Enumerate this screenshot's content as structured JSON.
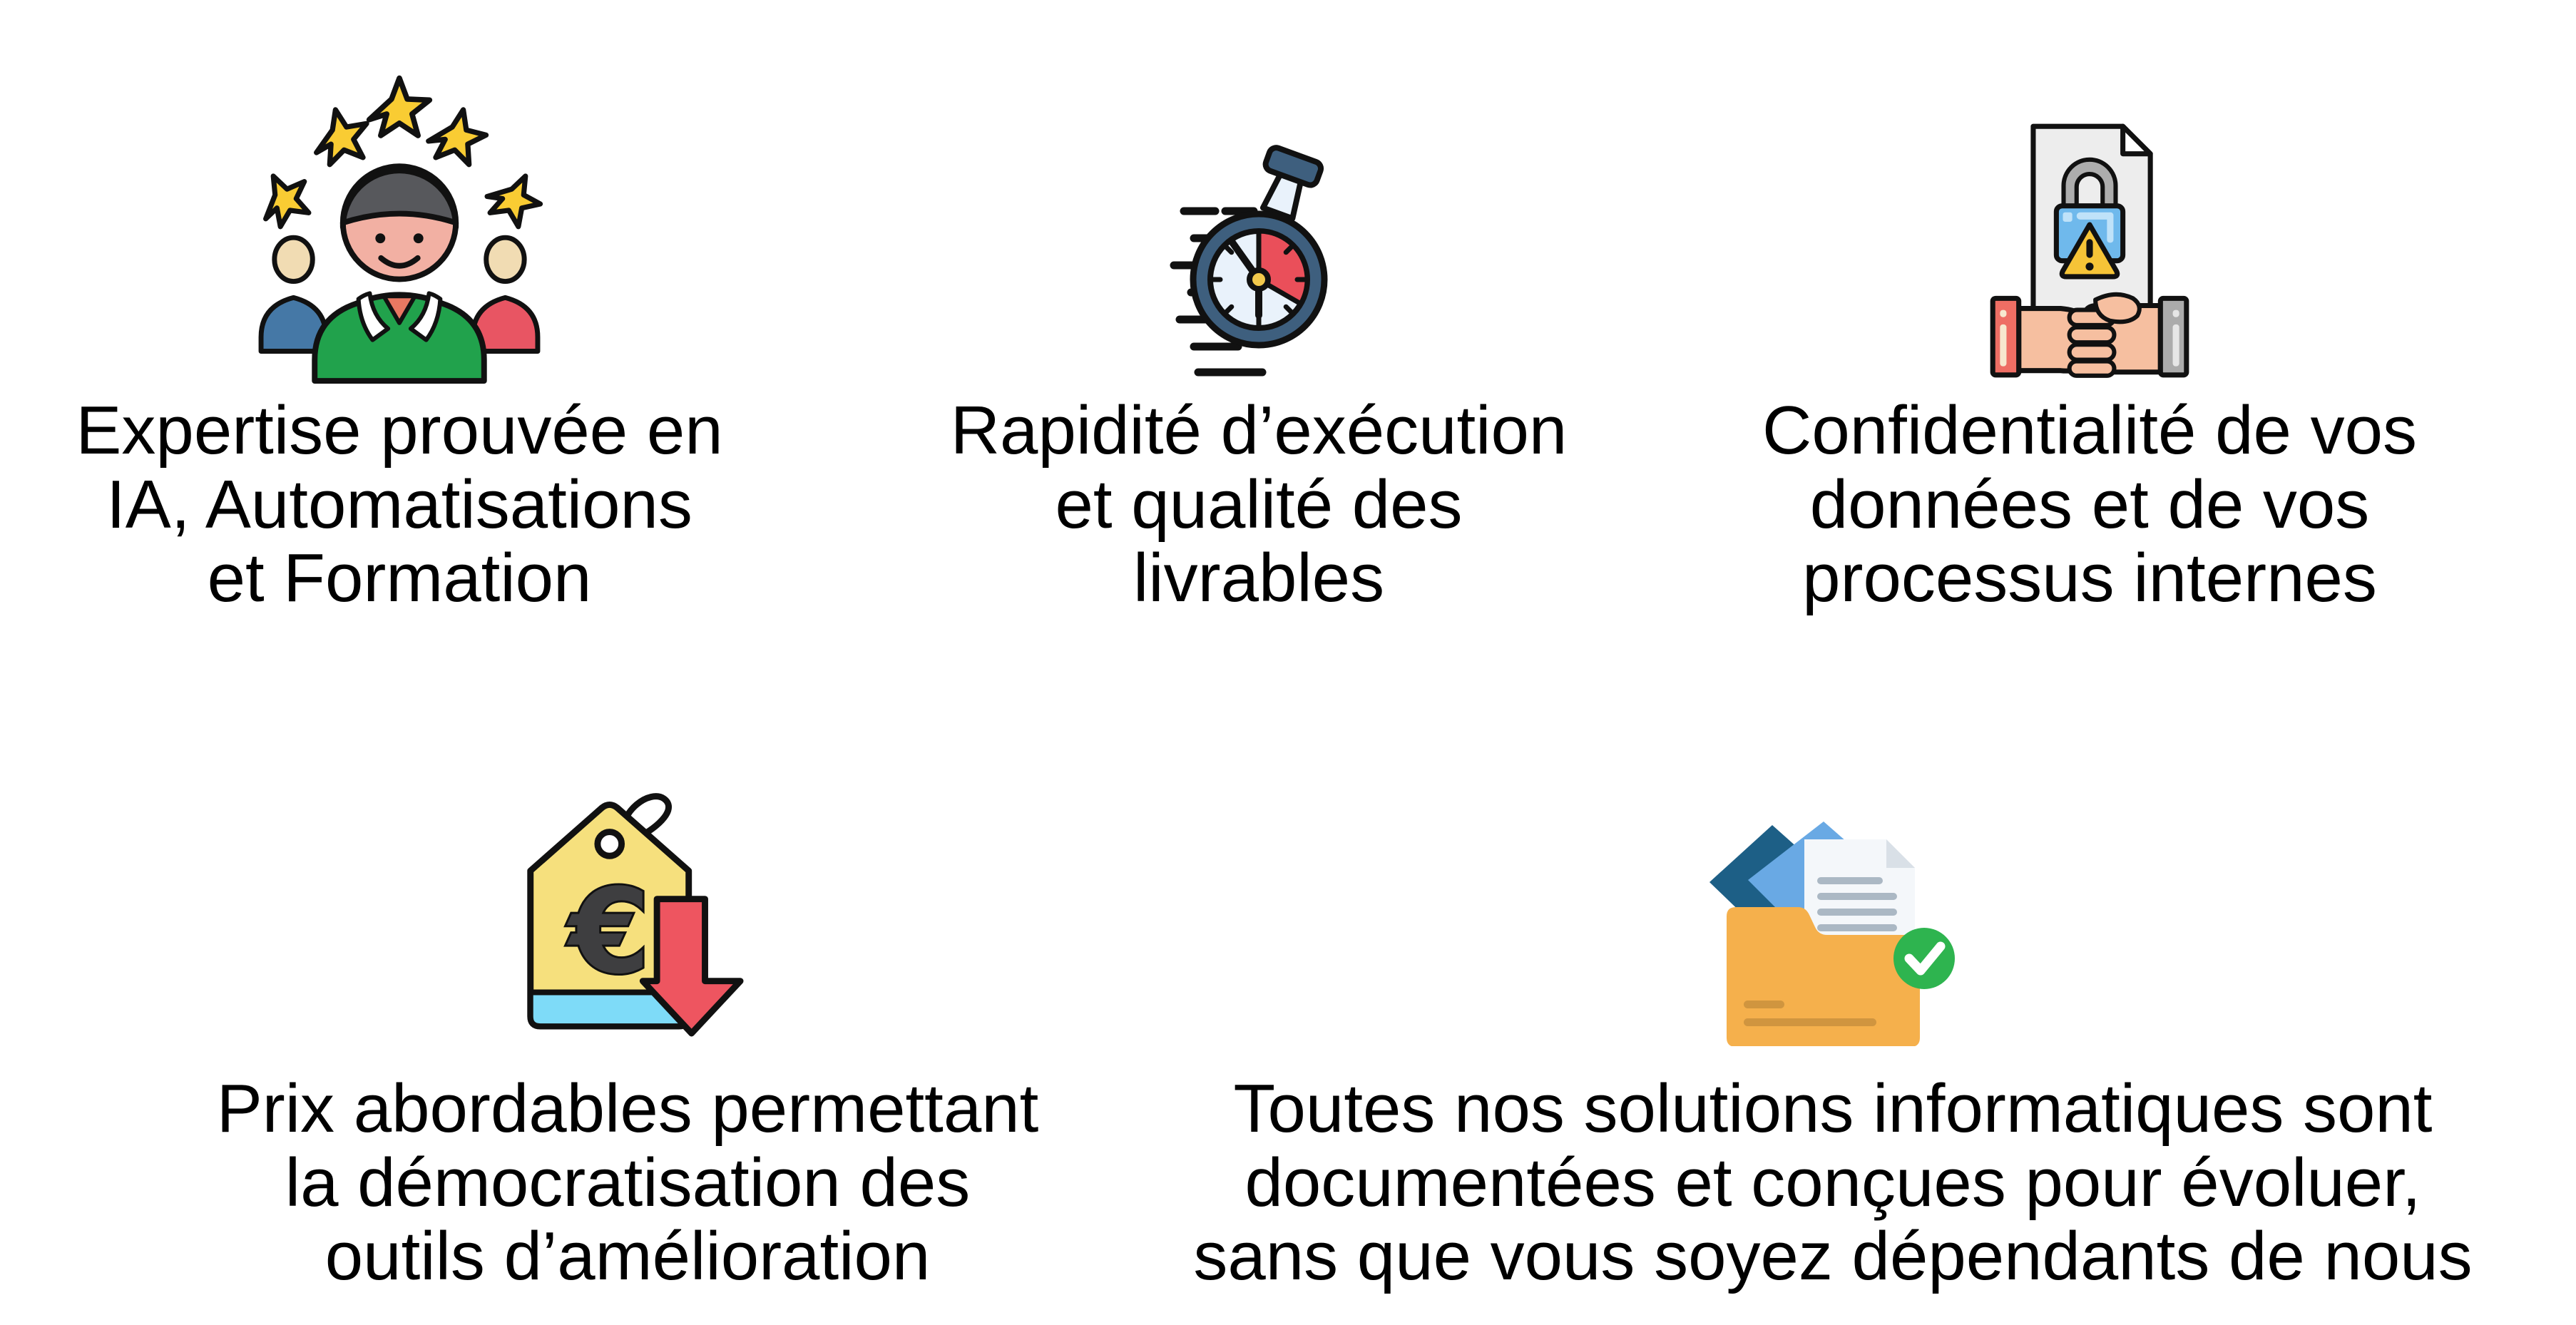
{
  "page": {
    "background": "#FFFFFF",
    "text_color": "#000000",
    "language": "fr"
  },
  "features": [
    {
      "id": "expertise",
      "icon": "customer-satisfaction-icon",
      "caption": "Expertise prouvée en\nIA, Automatisations\net Formation"
    },
    {
      "id": "rapidite",
      "icon": "stopwatch-speed-icon",
      "caption": "Rapidité d’exécution\net qualité des\nlivrables"
    },
    {
      "id": "confidentialite",
      "icon": "confidential-handshake-icon",
      "caption": "Confidentialité de vos\ndonnées et de vos\nprocessus internes"
    },
    {
      "id": "prix",
      "icon": "price-tag-euro-down-icon",
      "caption": "Prix abordables permettant\nla démocratisation des\noutils d’amélioration"
    },
    {
      "id": "solutions",
      "icon": "documented-folder-check-icon",
      "caption": "Toutes nos solutions informatiques sont\ndocumentées et conçues pour évoluer,\nsans que vous soyez dépendants de nous"
    }
  ],
  "colors": {
    "outline": "#111111",
    "star_gold": "#F9CC33",
    "skin": "#F2B0A3",
    "skin_light": "#F1DCB3",
    "hair_grey": "#57585C",
    "sweater_green": "#21A24C",
    "person_blue": "#4578A6",
    "person_red": "#E85563",
    "watch_bezel_blue": "#3E5F7E",
    "watch_face_blue": "#E9F2FB",
    "watch_wedge_red": "#EA4F5A",
    "watch_center_yellow": "#F2C94C",
    "doc_grey": "#EDEDED",
    "lock_blue": "#6FB9EC",
    "warning_yellow": "#F6C437",
    "sleeve_red": "#EE6E64",
    "sleeve_grey": "#ABABAB",
    "hand_skin": "#F6BFA0",
    "tag_yellow": "#F6E07D",
    "tag_strip_cyan": "#7EDBF8",
    "euro_charcoal": "#3E3E40",
    "arrow_red": "#EE5560",
    "folder_orange": "#F5B04C",
    "folder_line_orange": "#D0953F",
    "paper_dark_blue": "#1D5F86",
    "paper_light_blue": "#69A9E4",
    "badge_green": "#2EB44F"
  }
}
